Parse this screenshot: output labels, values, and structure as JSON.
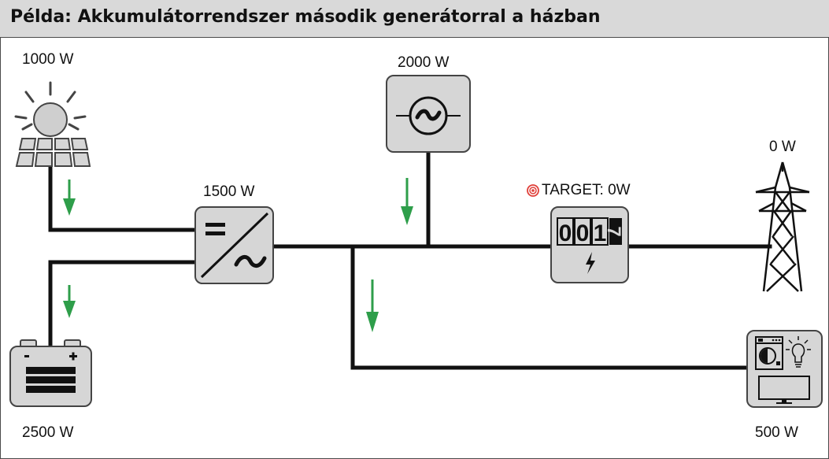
{
  "header": {
    "title": "Példa: Akkumulátorrendszer második generátorral a házban"
  },
  "labels": {
    "pv_power": "1000 W",
    "inverter_power": "1500 W",
    "generator_power": "2000 W",
    "grid_power": "0 W",
    "battery_power": "2500 W",
    "consumer_power": "500 W",
    "target": "TARGET: 0W"
  },
  "meter": {
    "digits": [
      "0",
      "0",
      "1"
    ],
    "last_digit": "7"
  },
  "icons": {
    "pv": "solar-panel-icon",
    "inverter": "inverter-icon",
    "generator": "ac-generator-icon",
    "meter": "energy-meter-icon",
    "grid": "power-pylon-icon",
    "battery": "battery-icon",
    "consumers": "household-appliances-icon"
  },
  "colors": {
    "flow_arrow": "#2e9e4a",
    "target_icon": "#e0403a",
    "device_fill": "#d6d6d6"
  }
}
